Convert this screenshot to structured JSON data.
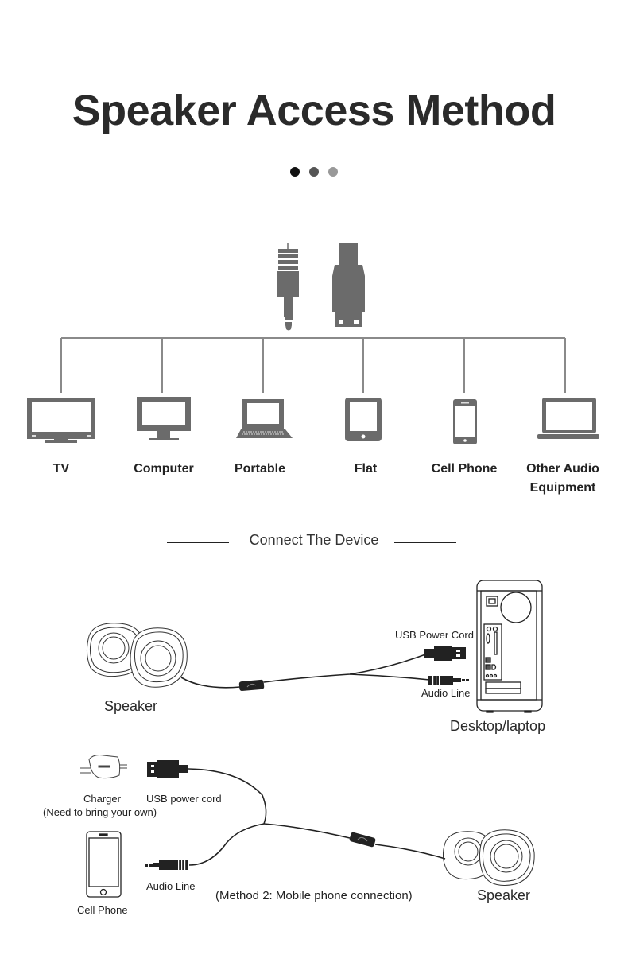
{
  "header": {
    "title": "Speaker Access Method",
    "indicator_dots": [
      {
        "color": "#111111"
      },
      {
        "color": "#555555"
      },
      {
        "color": "#999999"
      }
    ]
  },
  "connectors": [
    {
      "icon": "audio-jack-icon",
      "name": "3.5mm audio plug"
    },
    {
      "icon": "usb-plug-icon",
      "name": "USB plug"
    }
  ],
  "devices": [
    {
      "icon": "tv-icon",
      "label": "TV"
    },
    {
      "icon": "monitor-icon",
      "label": "Computer"
    },
    {
      "icon": "laptop-icon",
      "label": "Portable"
    },
    {
      "icon": "tablet-icon",
      "label": "Flat"
    },
    {
      "icon": "phone-icon",
      "label": "Cell Phone"
    },
    {
      "icon": "laptop-icon",
      "label_line1": "Other Audio",
      "label_line2": "Equipment"
    }
  ],
  "section": {
    "heading": "Connect The Device"
  },
  "method1": {
    "speaker_label": "Speaker",
    "usb_label": "USB Power Cord",
    "audio_label": "Audio Line",
    "computer_label": "Desktop/laptop"
  },
  "method2": {
    "charger_label": "Charger",
    "charger_note": "(Need to bring your own)",
    "usb_label": "USB power cord",
    "phone_label": "Cell Phone",
    "audio_label": "Audio Line",
    "caption": "(Method 2: Mobile phone connection)",
    "speaker_label": "Speaker"
  },
  "colors": {
    "icon_gray": "#6b6b6b",
    "line_gray": "#8a8a8a",
    "text_dark": "#2a2a2a"
  }
}
